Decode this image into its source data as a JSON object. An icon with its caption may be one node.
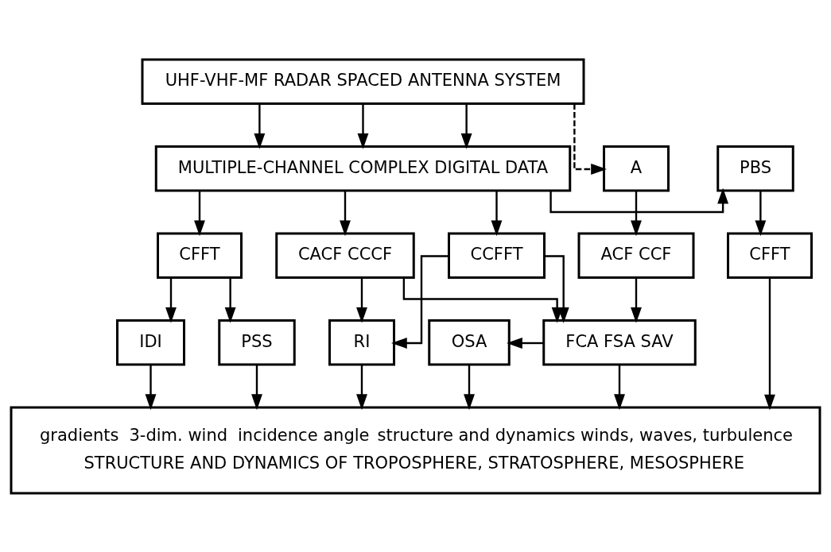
{
  "diagram": {
    "nodes": [
      {
        "text": [
          "UHF-VHF-MF RADAR SPACED ANTENNA SYSTEM"
        ]
      },
      {
        "text": [
          "A"
        ]
      },
      {
        "text": [
          "MULTIPLE-CHANNEL COMPLEX DIGITAL DATA"
        ]
      },
      {
        "text": [
          "PBS"
        ]
      },
      {
        "text": [
          "ACF CCF"
        ]
      },
      {
        "text": [
          "CACF CCCF"
        ]
      },
      {
        "text": [
          "CCFFT"
        ]
      },
      {
        "text": [
          "CFFT"
        ]
      },
      {
        "text": [
          "CFFT"
        ]
      },
      {
        "text": [
          "OSA"
        ]
      },
      {
        "text": [
          "FCA FSA SAV"
        ]
      },
      {
        "text": [
          "RI"
        ]
      },
      {
        "text": [
          "IDI"
        ]
      },
      {
        "text": [
          "PSS"
        ]
      },
      {
        "text": [
          "gradients",
          "3-dim. wind",
          "incidence angle",
          "structure and dynamics winds, waves, turbulence",
          "STRUCTURE AND DYNAMICS OF TROPOSPHERE, STRATOSPHERE, MESOSPHERE"
        ]
      }
    ],
    "edges": [
      {
        "from": 0,
        "to": 1,
        "arrow": "to",
        "style": "dashed"
      },
      {
        "from": 0,
        "to": 2,
        "arrow": "to"
      },
      {
        "from": 0,
        "to": 2,
        "arrow": "to"
      },
      {
        "from": 0,
        "to": 2,
        "arrow": "to"
      },
      {
        "from": 2,
        "to": 3,
        "arrow": "to"
      },
      {
        "from": 1,
        "to": 4,
        "arrow": "to"
      },
      {
        "from": 2,
        "to": 5,
        "arrow": "to"
      },
      {
        "from": 2,
        "to": 6,
        "arrow": "to"
      },
      {
        "from": 2,
        "to": 7,
        "arrow": "to"
      },
      {
        "from": 3,
        "to": 8,
        "arrow": "to"
      },
      {
        "from": 4,
        "to": 10,
        "arrow": "to"
      },
      {
        "from": 5,
        "to": 10,
        "arrow": "to"
      },
      {
        "from": 5,
        "to": 11,
        "arrow": "to"
      },
      {
        "from": 6,
        "to": 10,
        "arrow": "to"
      },
      {
        "from": 6,
        "to": 11,
        "arrow": "to"
      },
      {
        "from": 7,
        "to": 12,
        "arrow": "to"
      },
      {
        "from": 7,
        "to": 13,
        "arrow": "to"
      },
      {
        "from": 10,
        "to": 9,
        "arrow": "to"
      },
      {
        "from": 9,
        "to": 14,
        "arrow": "to"
      },
      {
        "from": 10,
        "to": 14,
        "arrow": "to"
      },
      {
        "from": 11,
        "to": 14,
        "arrow": "to"
      },
      {
        "from": 12,
        "to": 14,
        "arrow": "to"
      },
      {
        "from": 13,
        "to": 14,
        "arrow": "to"
      },
      {
        "from": 8,
        "to": 14,
        "arrow": "to"
      }
    ]
  }
}
